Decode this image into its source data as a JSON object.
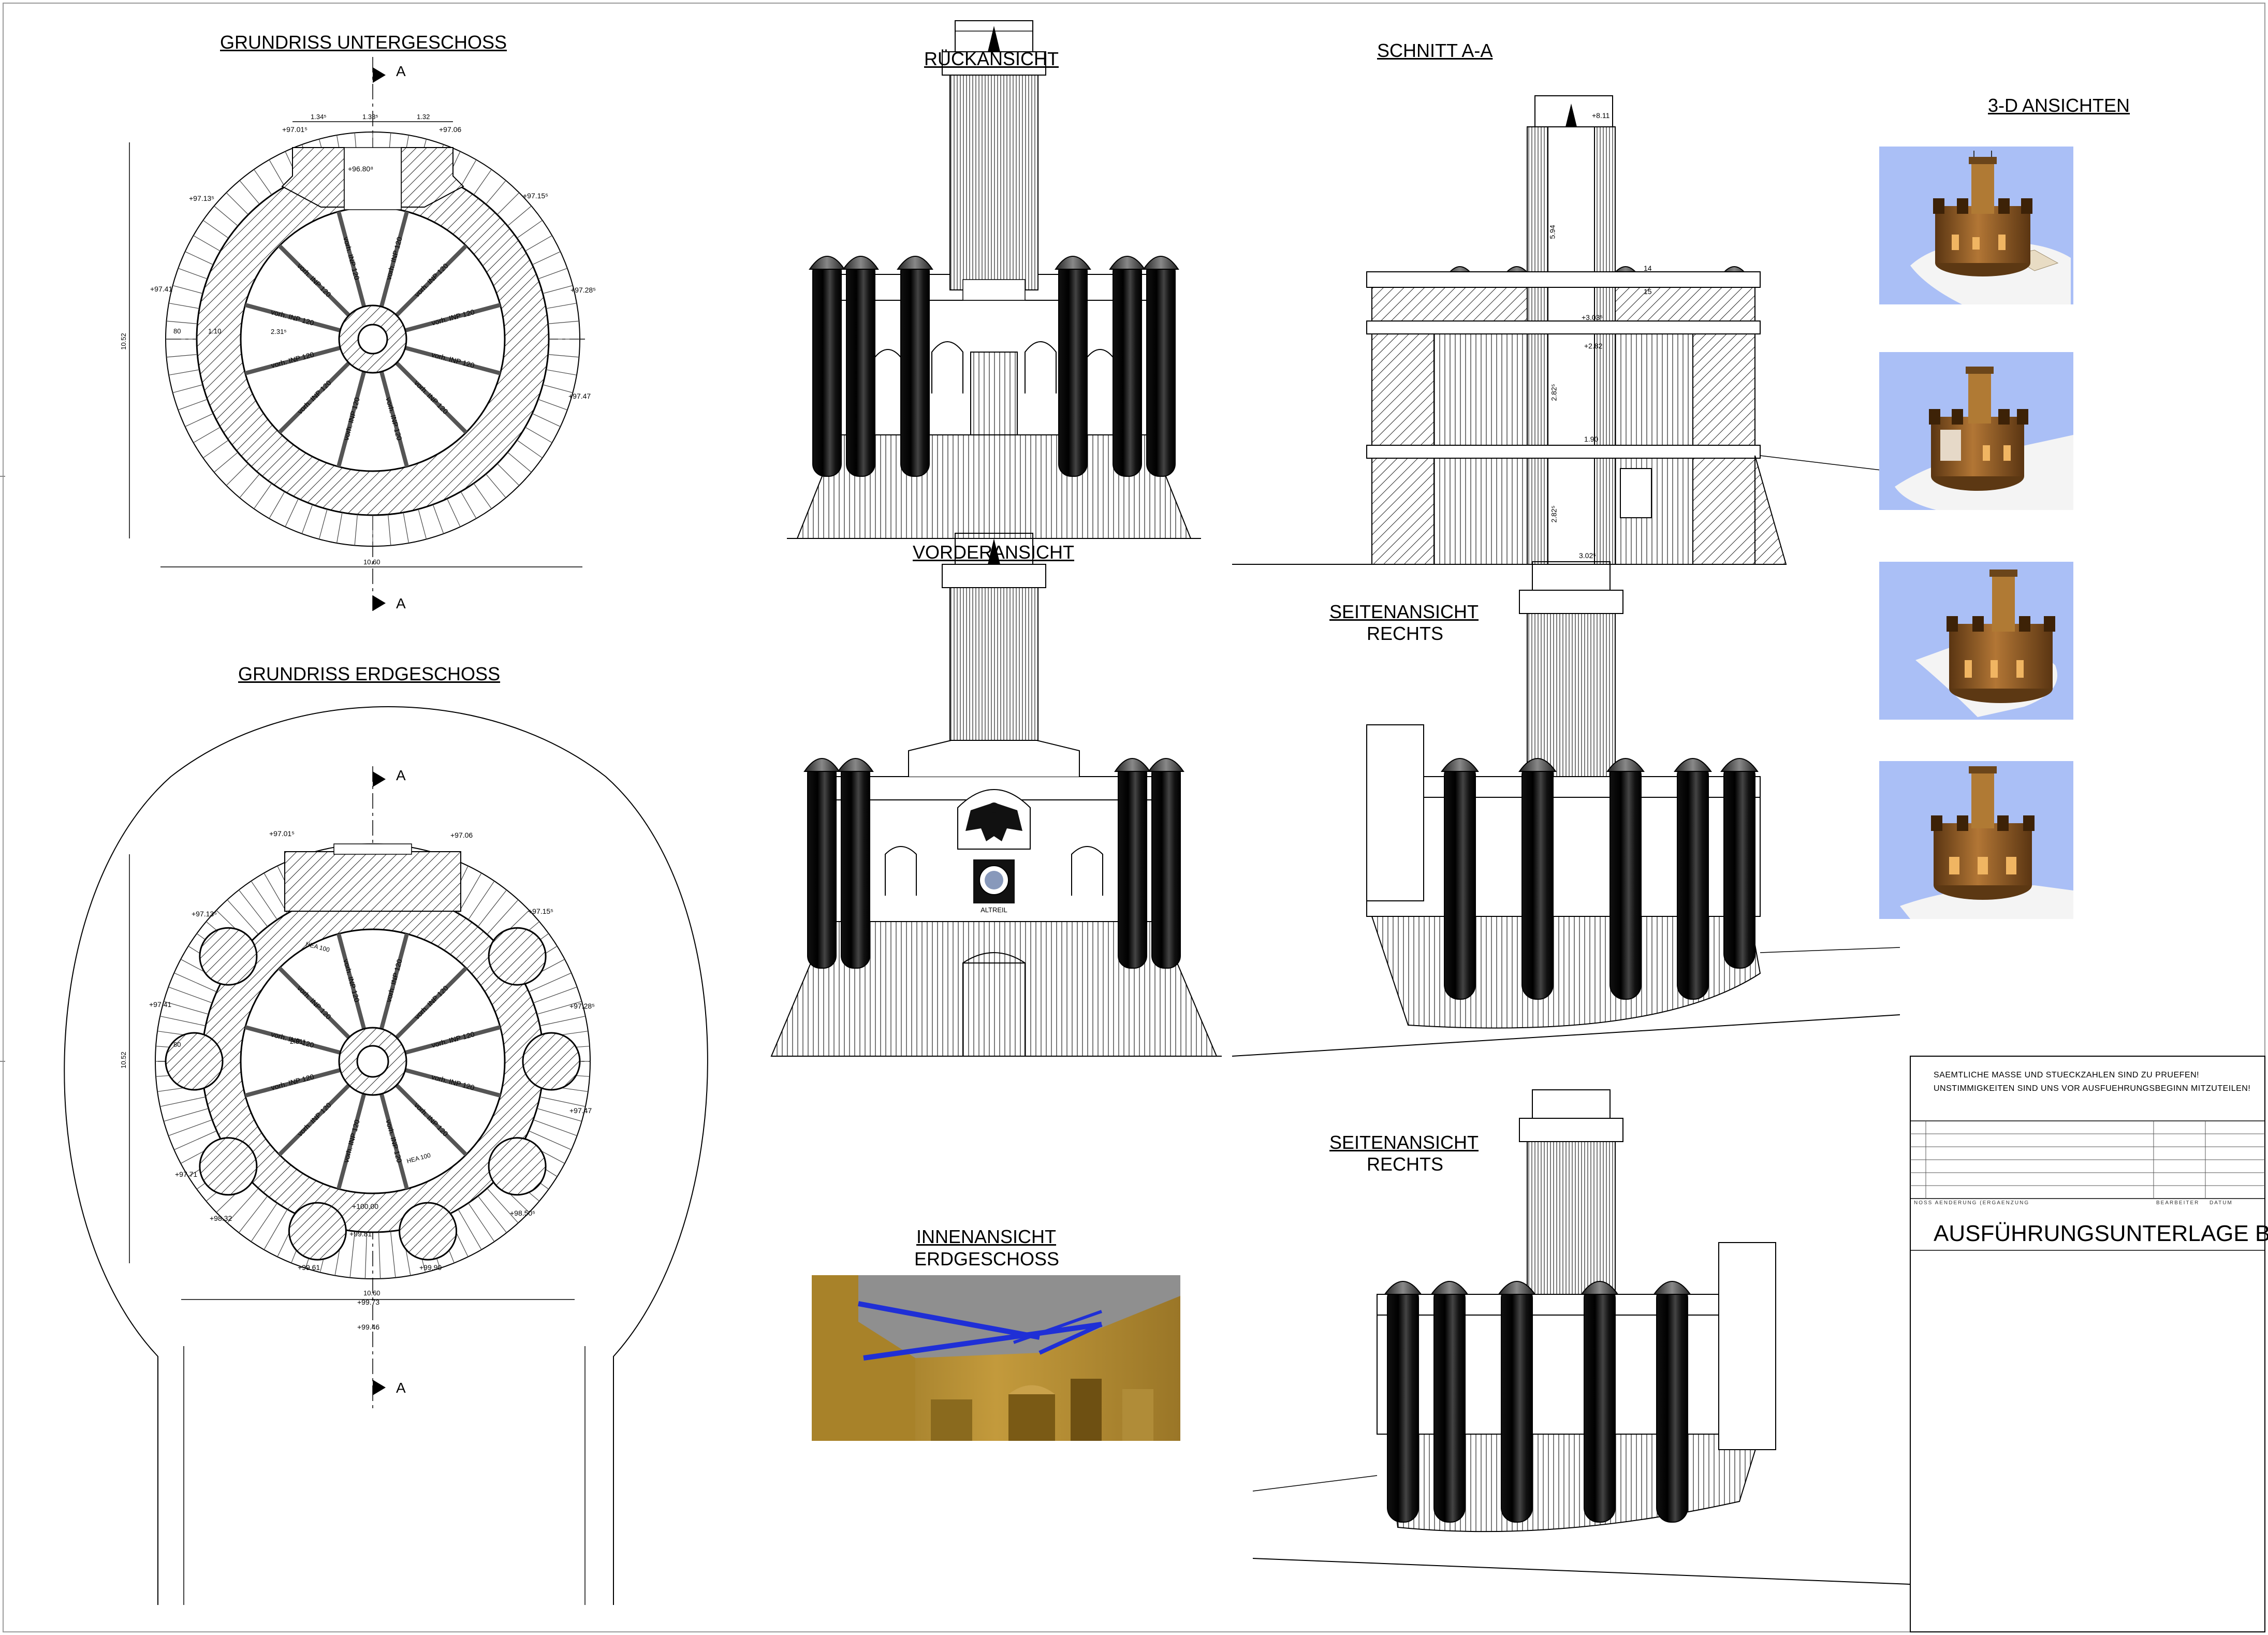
{
  "titles": {
    "plan_basement": "GRUNDRISS UNTERGESCHOSS",
    "plan_ground": "GRUNDRISS ERDGESCHOSS",
    "rear_view": "RÜCKANSICHT",
    "front_view": "VORDERANSICHT",
    "section": "SCHNITT A-A",
    "side_right_1": "SEITENANSICHT",
    "side_right_1_sub": "RECHTS",
    "side_right_2": "SEITENANSICHT",
    "side_right_2_sub": "RECHTS",
    "interior": "INNENANSICHT",
    "interior_sub": "ERDGESCHOSS",
    "views_3d": "3-D  ANSICHTEN"
  },
  "basement_plan": {
    "section_marker": "A",
    "levels": [
      "+97.01⁵",
      "+97.06",
      "+96.80⁸",
      "+97.13⁵",
      "+97.15⁵",
      "+97.41",
      "+97.28⁵",
      "+97.47"
    ],
    "dims_top": [
      "1.34⁵",
      "1.33⁵",
      "1.32"
    ],
    "dim_width": "10.60",
    "dim_height": "10.52",
    "dim_left": "80",
    "dim_left2": "1.10",
    "dim_inner": "2.31⁵",
    "beam_labels": [
      "vorh. INP 120",
      "vorh. INP 120",
      "vorh. INP 120",
      "vorh. INP 120",
      "vorh. INP 120",
      "vorh. INP 120",
      "vorh. INP 120",
      "vorh. INP 120",
      "vorh. INP 120",
      "vorh. INP 120",
      "vorh. INP 120",
      "vorh. INP 120"
    ]
  },
  "ground_plan": {
    "section_marker": "A",
    "levels": [
      "+97.01⁵",
      "+97.06",
      "+97.13⁵",
      "+97.15⁵",
      "+97.41",
      "+97.28⁵",
      "+97.47",
      "+97.71",
      "+98.32",
      "+99.61",
      "+99.81",
      "+100.00",
      "+99.90",
      "+98.50⁵",
      "+99.73",
      "+99.46"
    ],
    "dim_width": "10.60",
    "dim_height": "10.52",
    "dim_left": "80",
    "dim_inner": "2.31⁵",
    "hea": [
      "HEA 100",
      "HEA 100"
    ],
    "beam_labels": [
      "vorh. INP 120",
      "vorh. INP 120",
      "vorh. INP 120",
      "vorh. INP 120",
      "vorh. INP 120",
      "vorh. INP 120",
      "vorh. INP 120",
      "vorh. INP 120",
      "vorh. INP 120",
      "vorh. INP 120",
      "vorh. INP 120",
      "vorh. INP 120"
    ]
  },
  "section_dims": [
    "+8.11",
    "5.94",
    "+3.03⁵",
    "+2.82",
    "2.82⁵",
    "1.90",
    "2.82⁵",
    "3.02⁵",
    "14",
    "15"
  ],
  "front_plaque": "ALTREIL",
  "title_block": {
    "note_line1": "SAEMTLICHE MASSE UND STUECKZAHLEN SIND ZU PRUEFEN!",
    "note_line2": "UNSTIMMIGKEITEN SIND UNS VOR AUSFUEHRUNGSBEGINN MITZUTEILEN!",
    "col1": "NOSS  AENDERUNG  (ERGAENZUNG",
    "col2": "BEARBEITER",
    "col3": "DATUM",
    "main": "AUSFÜHRUNGSUNTERLAGE   BAU"
  },
  "colors": {
    "sky": "#a9bef7",
    "ground": "#f2f2f2",
    "tower": "#7b4a1e",
    "tower_light": "#b07433",
    "interior_wall": "#a8832e",
    "interior_blue": "#1f2fd6"
  }
}
